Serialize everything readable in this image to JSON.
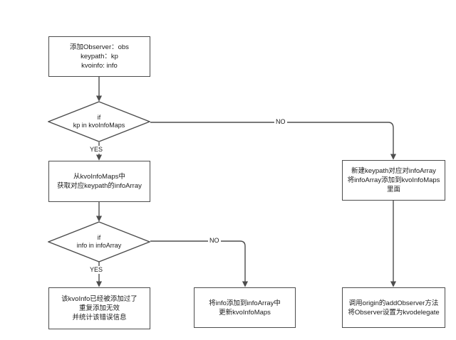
{
  "diagram": {
    "title": "KVO addObserver flowchart",
    "colors": {
      "stroke": "#4d4d4d",
      "text": "#1a1a1a",
      "background": "#ffffff"
    },
    "nodes": {
      "start": {
        "type": "process",
        "text": "添加Observer：obs\nkeypath：kp\nkvoinfo: info"
      },
      "decision_kp": {
        "type": "decision",
        "text": "if\nkp in kvoInfoMaps"
      },
      "get_info_array": {
        "type": "process",
        "text": "从kvoInfoMaps中\n获取对应keypath的infoArray"
      },
      "create_info_array": {
        "type": "process",
        "text": "新建keypath对应对infoArray\n将infoArray添加到kvoInfoMaps里面"
      },
      "decision_info": {
        "type": "decision",
        "text": "if\ninfo in infoArray"
      },
      "already_added": {
        "type": "process",
        "text": "该kvoInfo已经被添加过了\n重复添加无效\n并统计该错误信息"
      },
      "add_info": {
        "type": "process",
        "text": "将info添加到infoArray中\n更新kvoInfoMaps"
      },
      "call_origin": {
        "type": "process",
        "text": "调用origin的addObserver方法\n将Observer设置为kvodelegate"
      }
    },
    "edge_labels": {
      "kp_yes": "YES",
      "kp_no": "NO",
      "info_yes": "YES",
      "info_no": "NO"
    }
  }
}
